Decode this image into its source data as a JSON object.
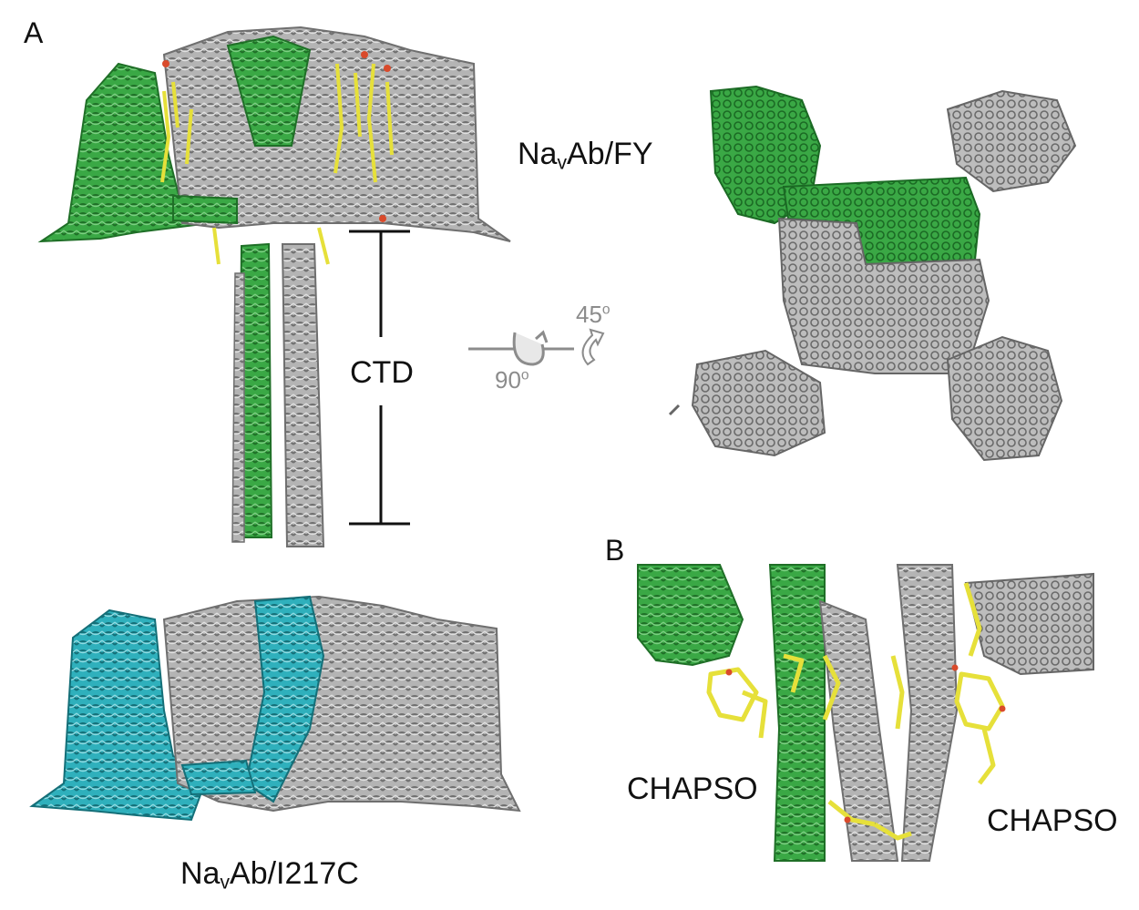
{
  "panels": {
    "a": {
      "letter": "A"
    },
    "b": {
      "letter": "B"
    }
  },
  "labels": {
    "fy_prefix": "Na",
    "fy_sub": "v",
    "fy_suffix": "Ab/FY",
    "i217c_prefix": "Na",
    "i217c_sub": "v",
    "i217c_suffix": "Ab/I217C",
    "ctd": "CTD",
    "chapso_left": "CHAPSO",
    "chapso_right": "CHAPSO"
  },
  "rotation": {
    "horizontal_value": "90",
    "horizontal_unit": "o",
    "inplane_value": "45",
    "inplane_unit": "o"
  },
  "colors": {
    "green": "#2f9e3a",
    "gray": "#a9a9a9",
    "dark_gray": "#7d7d7d",
    "teal": "#29a9b5",
    "yellow": "#e6e03a",
    "red": "#d94a2b",
    "bracket": "#111111"
  }
}
